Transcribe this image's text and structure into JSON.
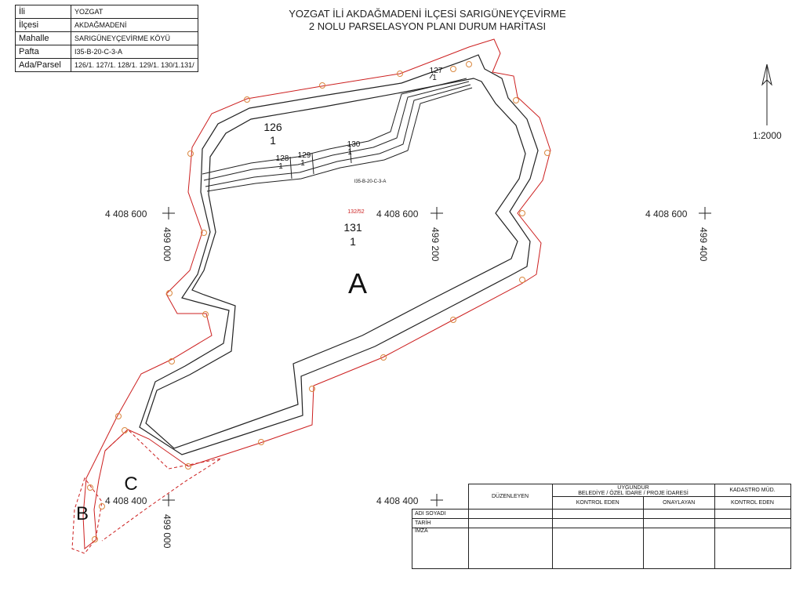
{
  "info_table": [
    {
      "label": "İli",
      "value": "YOZGAT"
    },
    {
      "label": "İlçesi",
      "value": "AKDAĞMADENİ"
    },
    {
      "label": "Mahalle",
      "value": "SARIGÜNEYÇEVİRME KÖYÜ"
    },
    {
      "label": "Pafta",
      "value": "I35-B-20-C-3-A"
    },
    {
      "label": "Ada/Parsel",
      "value": "126/1. 127/1. 128/1. 129/1. 130/1.131/"
    }
  ],
  "title_line1": "YOZGAT İLİ AKDAĞMADENİ İLÇESİ SARIGÜNEYÇEVİRME",
  "title_line2": "2 NOLU PARSELASYON PLANI DURUM HARİTASI",
  "scale": "1:2000",
  "sheet_label": "I35-B-20-C-3-A",
  "parcel_small_mark": "132/52",
  "parcels": [
    {
      "ada": "126",
      "parsel": "1"
    },
    {
      "ada": "127",
      "parsel": "1"
    },
    {
      "ada": "128",
      "parsel": "1"
    },
    {
      "ada": "129",
      "parsel": "1"
    },
    {
      "ada": "130",
      "parsel": "1"
    },
    {
      "ada": "131",
      "parsel": "1"
    }
  ],
  "zone_labels": {
    "a": "A",
    "b": "B",
    "c": "C"
  },
  "coordinates": {
    "n_upper": "4 408 600",
    "n_lower": "4 408 400",
    "e_left": "499 000",
    "e_mid": "499 200",
    "e_right": "499 400"
  },
  "signature_block": {
    "duzenleyen": "DÜZENLEYEN",
    "uygundur": "UYGUNDUR",
    "belediye": "BELEDİYE / ÖZEL İDARE / PROJE İDARESİ",
    "kadastro": "KADASTRO MÜD.",
    "kontrol_eden": "KONTROL EDEN",
    "onaylayan": "ONAYLAYAN",
    "kontrol_eden_2": "KONTROL EDEN",
    "rows": [
      "ADI SOYADI",
      "TARİH",
      "İMZA"
    ]
  },
  "colors": {
    "boundary": "#cc1f1f",
    "road": "#222222",
    "marker": "#d9873f"
  }
}
